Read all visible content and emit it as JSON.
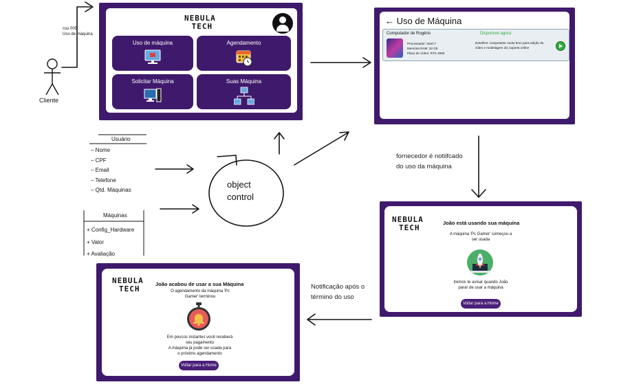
{
  "actor": {
    "label": "Cliente",
    "case_id": "csu 005",
    "case_name": "Uso de máquina"
  },
  "home_screen": {
    "brand_line1": "NEBULA",
    "brand_line2": "TECH",
    "avatar_icon": "user-circle-icon",
    "tiles": [
      {
        "label": "Uso de máquina",
        "icon": "computer-icon"
      },
      {
        "label": "Agendamento",
        "icon": "calendar-clock-icon"
      },
      {
        "label": "Solicitar Máquina",
        "icon": "desktop-tower-icon"
      },
      {
        "label": "Suas Máquina",
        "icon": "network-icon"
      }
    ]
  },
  "usuario_class": {
    "title": "Usuário",
    "attributes": [
      "– Nome",
      "– CPF",
      "– Email",
      "– Telefone",
      "– Qtd. Máquinas"
    ]
  },
  "maquinas_class": {
    "title": "Máquinas",
    "attributes": [
      "+ Config_Hardware",
      "+ Valor",
      "+ Avaliação"
    ]
  },
  "control": {
    "line1": "object",
    "line2": "control"
  },
  "machine_screen": {
    "back_icon": "arrow-left-icon",
    "title": "Uso de Máquina",
    "card": {
      "owner": "Computador de Rogério",
      "status": "Disponível agora",
      "status_color": "#2fae3a",
      "processor": "Processador: Intel i7",
      "ram": "Memória RAM: 32 Gb",
      "gpu": "Placa de Vídeo: RTX 4090",
      "details": "Detalhes: computador muito bom para edição de vídeo e modelagem 3d, suporta online",
      "play_icon": "play-circle-icon"
    }
  },
  "notify_note": {
    "line1": "fornecedor é notiifcado",
    "line2": "do uso da máquina"
  },
  "using_screen": {
    "brand_line1": "NEBULA",
    "brand_line2": "TECH",
    "heading": "João está usando sua máquina",
    "line1": "A máquina 'Pc Gamer' começou a",
    "line2": "ser usada",
    "icon": "rocket-laptop-icon",
    "info1": "Iremos te avisar quando João",
    "info2": "parar de usar a máquina",
    "button": "Voltar para a Home"
  },
  "end_note": {
    "line1": "Notificação após o",
    "line2": "término do uso"
  },
  "finished_screen": {
    "brand_line1": "NEBULA",
    "brand_line2": "TECH",
    "heading": "João acabou de usar a sua Máquina",
    "line1": "O agendamento da máquina 'Pc",
    "line2": "Gamer' terminou",
    "icon": "alarm-bell-icon",
    "info1": "Em poucos instantes você receberá",
    "info2": "seu pagamento",
    "info3": "A máquina já pode ser usada para",
    "info4": "o próximo agendamento",
    "button": "Voltar para a Home"
  }
}
